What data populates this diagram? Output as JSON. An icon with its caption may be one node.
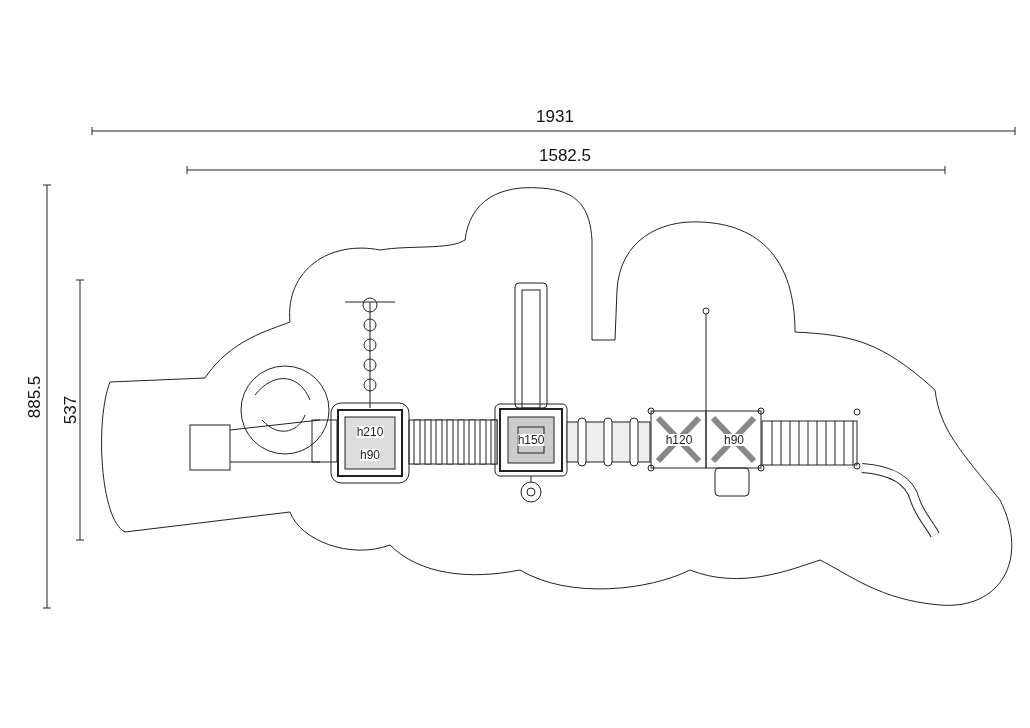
{
  "diagram": {
    "labels": [
      "1931",
      "1582.5",
      "885.5",
      "537",
      "h210",
      "h90",
      "h150",
      "h120",
      "h90"
    ]
  }
}
